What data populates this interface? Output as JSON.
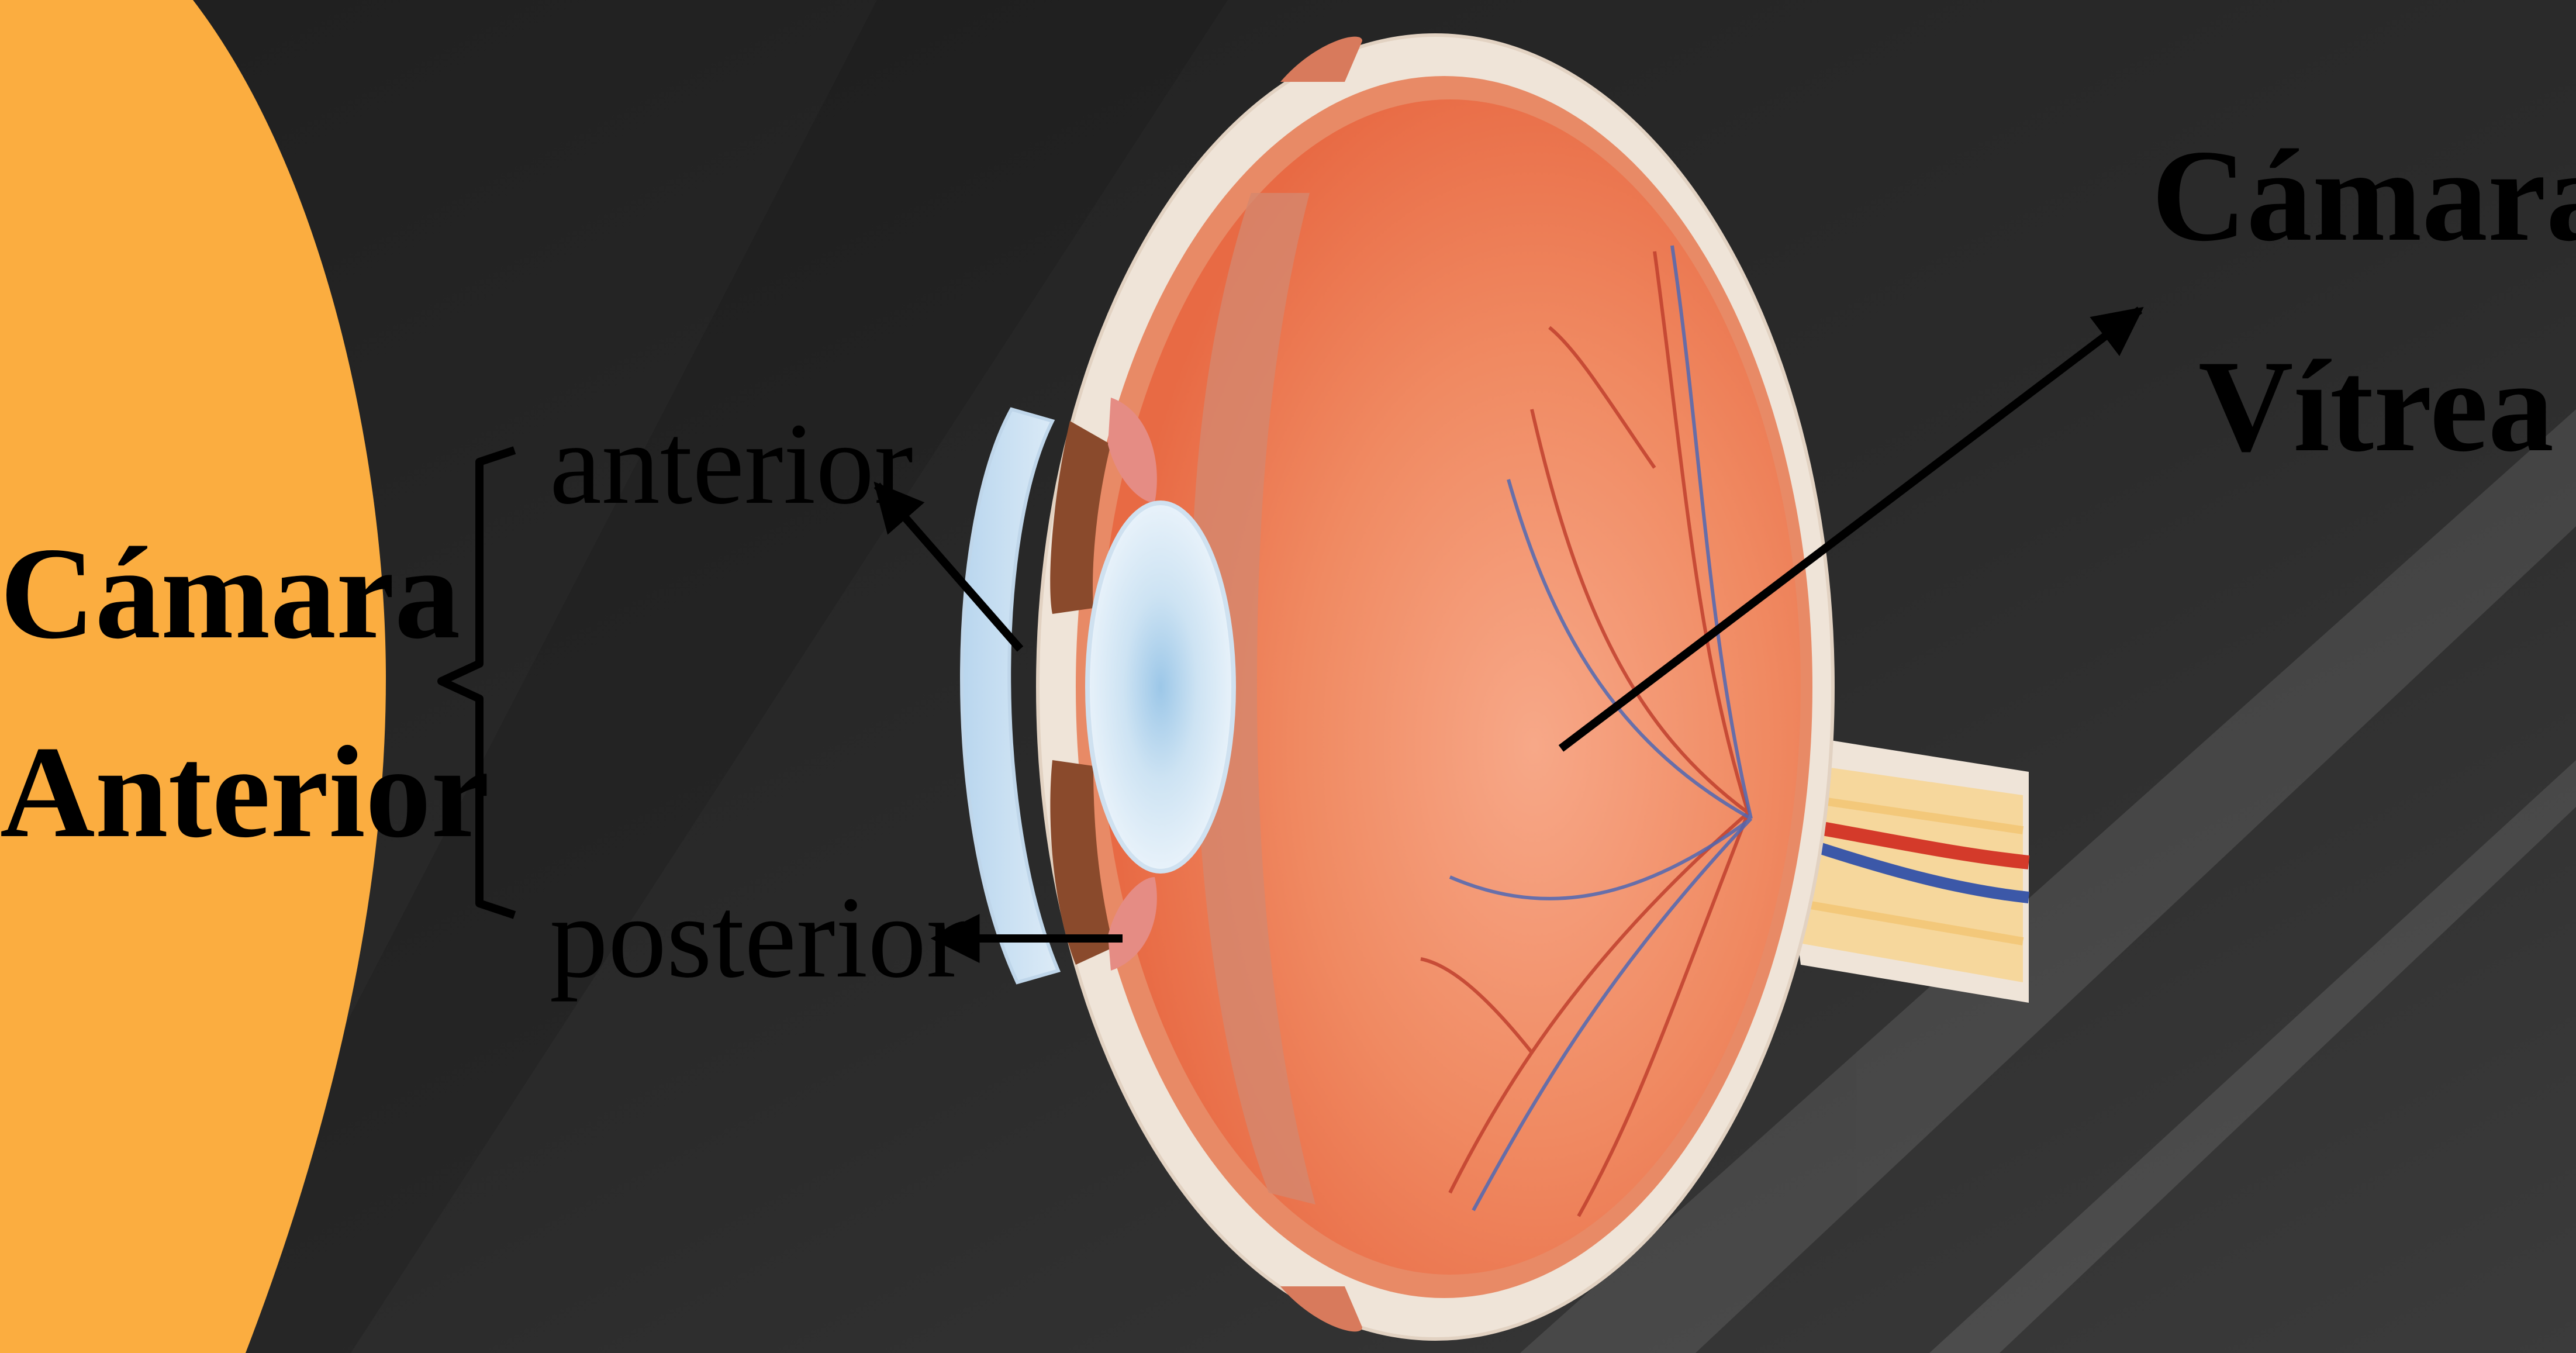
{
  "colors": {
    "background_dark": "#232323",
    "background_light": "#3a3a3a",
    "accent_orange": "#FBAD40",
    "sclera": "#EFE4D8",
    "vitreous": "#EE7A52",
    "lens": "#CFE4F2",
    "artery": "#D43A2A",
    "vein": "#3C58A8",
    "label_text": "#000000"
  },
  "labels": {
    "anterior_chamber_line1": "Cámara",
    "anterior_chamber_line2": "Anterior",
    "anterior": "anterior",
    "posterior": "posterior",
    "vitreous_chamber_line1": "Cámara",
    "vitreous_chamber_line2": "Vítrea"
  }
}
